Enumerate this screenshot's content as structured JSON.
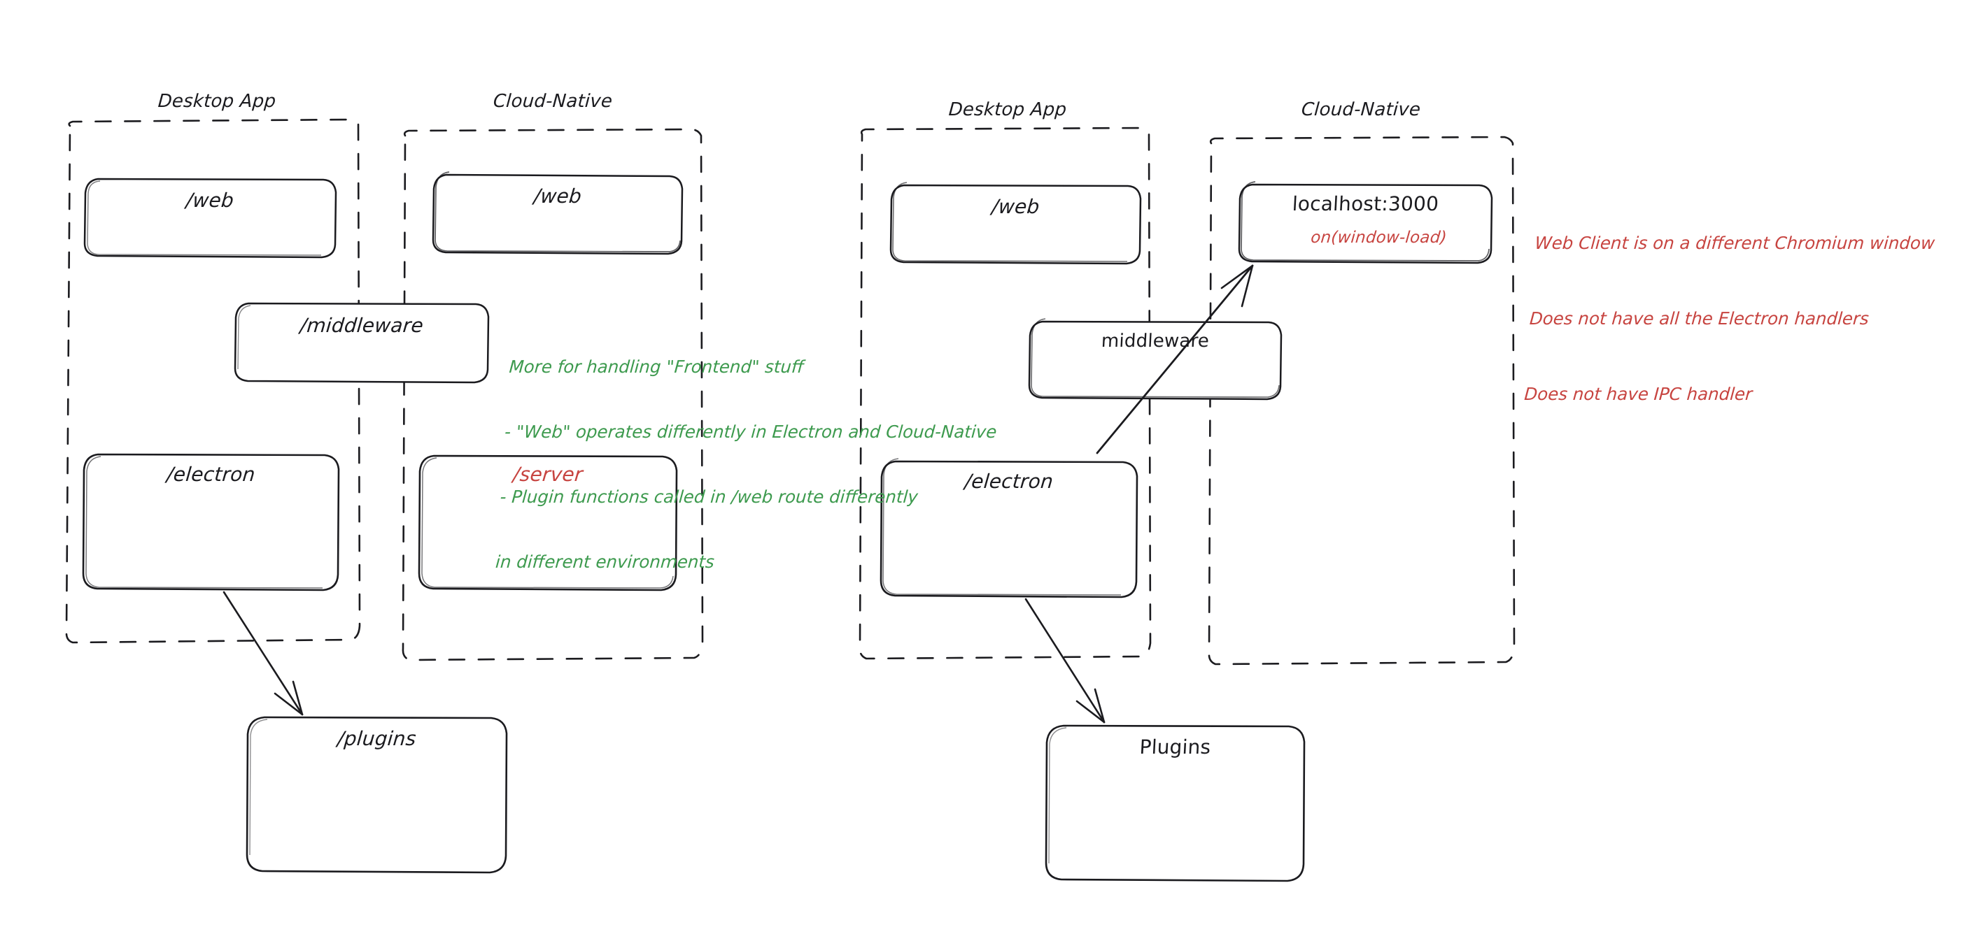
{
  "diagram": {
    "title_visible": false,
    "style": "hand-drawn-excalidraw",
    "colors": {
      "stroke": "#1b1b1f",
      "green_annotation": "#3d9a4e",
      "red_annotation": "#c74440",
      "background": "#ffffff"
    }
  },
  "left_diagram": {
    "groups": [
      {
        "id": "left-desktop",
        "title": "Desktop App"
      },
      {
        "id": "left-cloud",
        "title": "Cloud-Native"
      }
    ],
    "nodes": [
      {
        "id": "left-desktop-web",
        "label": "/web"
      },
      {
        "id": "left-cloud-web",
        "label": "/web"
      },
      {
        "id": "left-middleware",
        "label": "/middleware"
      },
      {
        "id": "left-electron",
        "label": "/electron"
      },
      {
        "id": "left-server",
        "label": "/server"
      },
      {
        "id": "left-plugins",
        "label": "/plugins"
      }
    ],
    "annotation": {
      "color": "#3d9a4e",
      "lines": [
        "More for handling \"Frontend\" stuff",
        "- \"Web\" operates differently in Electron and Cloud-Native",
        "- Plugin functions called in /web route differently",
        "in different environments"
      ]
    },
    "edges": [
      {
        "from": "left-electron",
        "to": "left-plugins",
        "type": "arrow"
      }
    ]
  },
  "right_diagram": {
    "groups": [
      {
        "id": "right-desktop",
        "title": "Desktop App"
      },
      {
        "id": "right-cloud",
        "title": "Cloud-Native"
      }
    ],
    "nodes": [
      {
        "id": "right-desktop-web",
        "label": "/web"
      },
      {
        "id": "right-localhost",
        "label": "localhost:3000",
        "sublabel": "on(window-load)",
        "sublabel_color": "#c74440"
      },
      {
        "id": "right-middleware",
        "label": "middleware"
      },
      {
        "id": "right-electron",
        "label": "/electron"
      },
      {
        "id": "right-plugins",
        "label": "Plugins"
      }
    ],
    "annotation": {
      "color": "#c74440",
      "lines": [
        "Web Client is on a different Chromium window",
        "Does not have all the Electron handlers",
        "Does not have IPC handler"
      ]
    },
    "edges": [
      {
        "from": "right-electron",
        "to": "right-localhost",
        "type": "arrow"
      },
      {
        "from": "right-electron",
        "to": "right-plugins",
        "type": "arrow"
      }
    ]
  }
}
